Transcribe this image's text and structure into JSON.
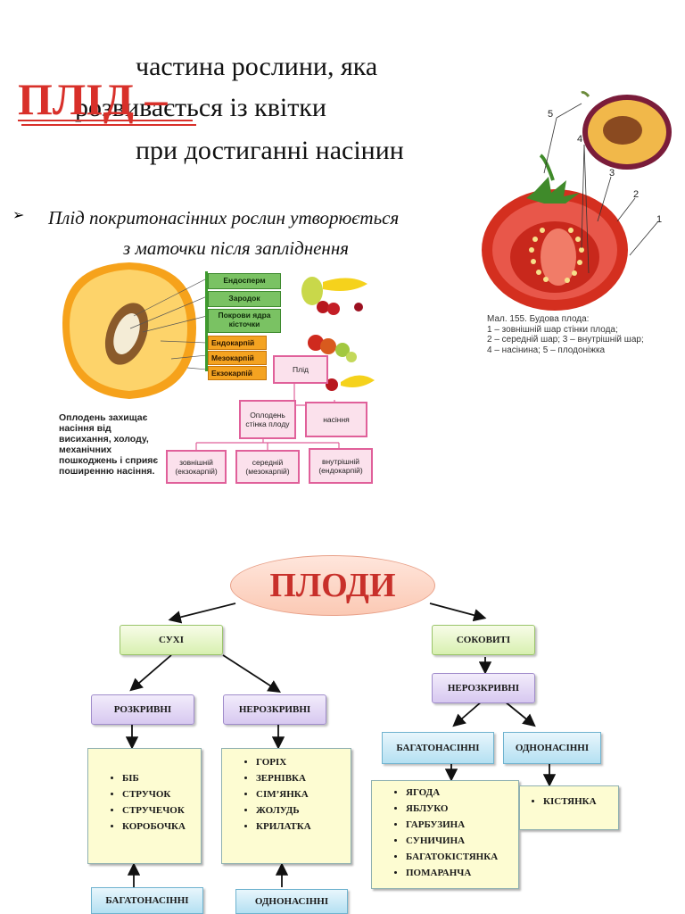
{
  "definition": {
    "title": "ПЛІД –",
    "line1": "частина рослини, яка",
    "line2": "розвивається із квітки",
    "line3": "при достиганні насінин"
  },
  "bullet": {
    "line1": "Плід покритонасінних рослин утворюється",
    "line2": "з маточки після запліднення"
  },
  "peach_diagram": {
    "labels_green": [
      "Ендосперм",
      "Зародок",
      "Покрови ядра кісточки"
    ],
    "labels_orange": [
      "Ендокарпій",
      "Мезокарпій",
      "Екзокарпій"
    ],
    "caption": [
      "Оплодень захищає",
      "насіння від",
      "висихання, холоду,",
      "механічних",
      "пошкоджень і сприяє",
      "поширенню насіння."
    ],
    "tree": {
      "root": "Плід",
      "left": "Оплодень стінка плоду",
      "right": "насіння",
      "leaves": [
        "зовнішній (екзокарпій)",
        "середній (мезокарпій)",
        "внутрішній (ендокарпій)"
      ]
    }
  },
  "tomato_diagram": {
    "numbers": [
      "5",
      "4",
      "3",
      "2",
      "1"
    ],
    "caption": [
      "Мал. 155. Будова плода:",
      "1 – зовнішній шар стінки плода;",
      "2 – середній шар; 3 – внутрішній шар;",
      "4 – насінина; 5 – плодоніжка"
    ]
  },
  "flowchart": {
    "root": "ПЛОДИ",
    "dry": "СУХІ",
    "juicy": "СОКОВИТІ",
    "dehiscent": "РОЗКРИВНІ",
    "indehiscent_dry": "НЕРОЗКРИВНІ",
    "indehiscent_juicy": "НЕРОЗКРИВНІ",
    "many_seeded_juicy": "БАГАТОНАСІННІ",
    "one_seeded_juicy": "ОДНОНАСІННІ",
    "dehiscent_list": [
      "БІБ",
      "СТРУЧОК",
      "СТРУЧЕЧОК",
      "КОРОБОЧКА"
    ],
    "indehiscent_list": [
      "ГОРІХ",
      "ЗЕРНІВКА",
      "СІМ’ЯНКА",
      "ЖОЛУДЬ",
      "КРИЛАТКА"
    ],
    "many_seeded_list": [
      "ЯГОДА",
      "ЯБЛУКО",
      "ГАРБУЗИНА",
      "СУНИЧИНА",
      "БАГАТОКІСТЯНКА",
      "ПОМАРАНЧА"
    ],
    "one_seeded_list": [
      "КІСТЯНКА"
    ],
    "bottom_left": "БАГАТОНАСІННІ",
    "bottom_right": "ОДНОНАСІННІ"
  },
  "colors": {
    "title_red": "#d8302a",
    "dry_green": "#d8f0b0",
    "purple": "#d7c8f0",
    "blue": "#b4e0f2",
    "yellow": "#fdfcd2"
  }
}
